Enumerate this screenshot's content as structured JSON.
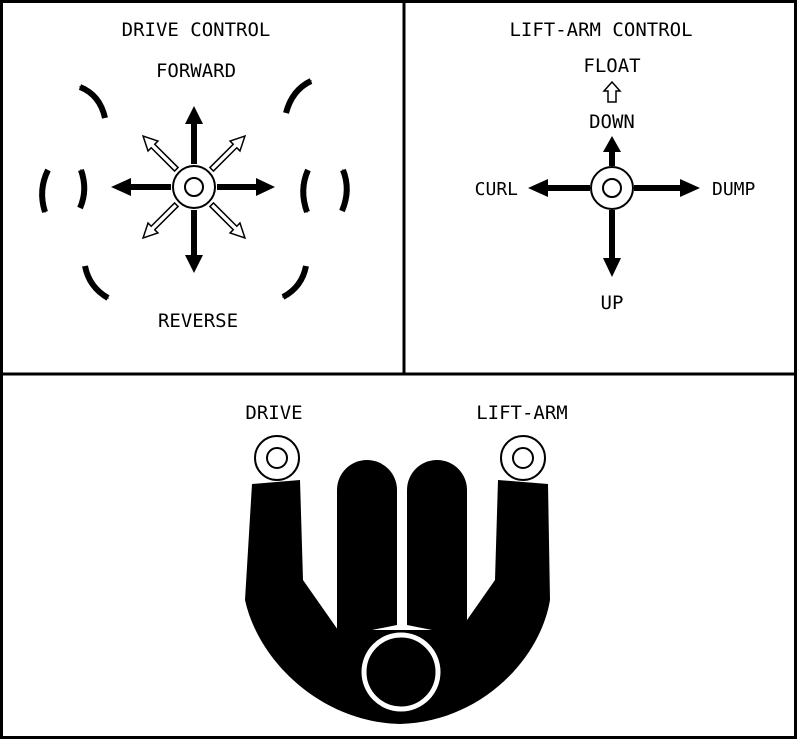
{
  "colors": {
    "ink": "#000000",
    "paper": "#ffffff"
  },
  "drive_control": {
    "title": "DRIVE CONTROL",
    "forward": "FORWARD",
    "reverse": "REVERSE"
  },
  "lift_arm_control": {
    "title": "LIFT-ARM CONTROL",
    "float": "FLOAT",
    "down": "DOWN",
    "curl": "CURL",
    "dump": "DUMP",
    "up": "UP"
  },
  "operator_view": {
    "drive_label": "DRIVE",
    "lift_arm_label": "LIFT-ARM"
  }
}
